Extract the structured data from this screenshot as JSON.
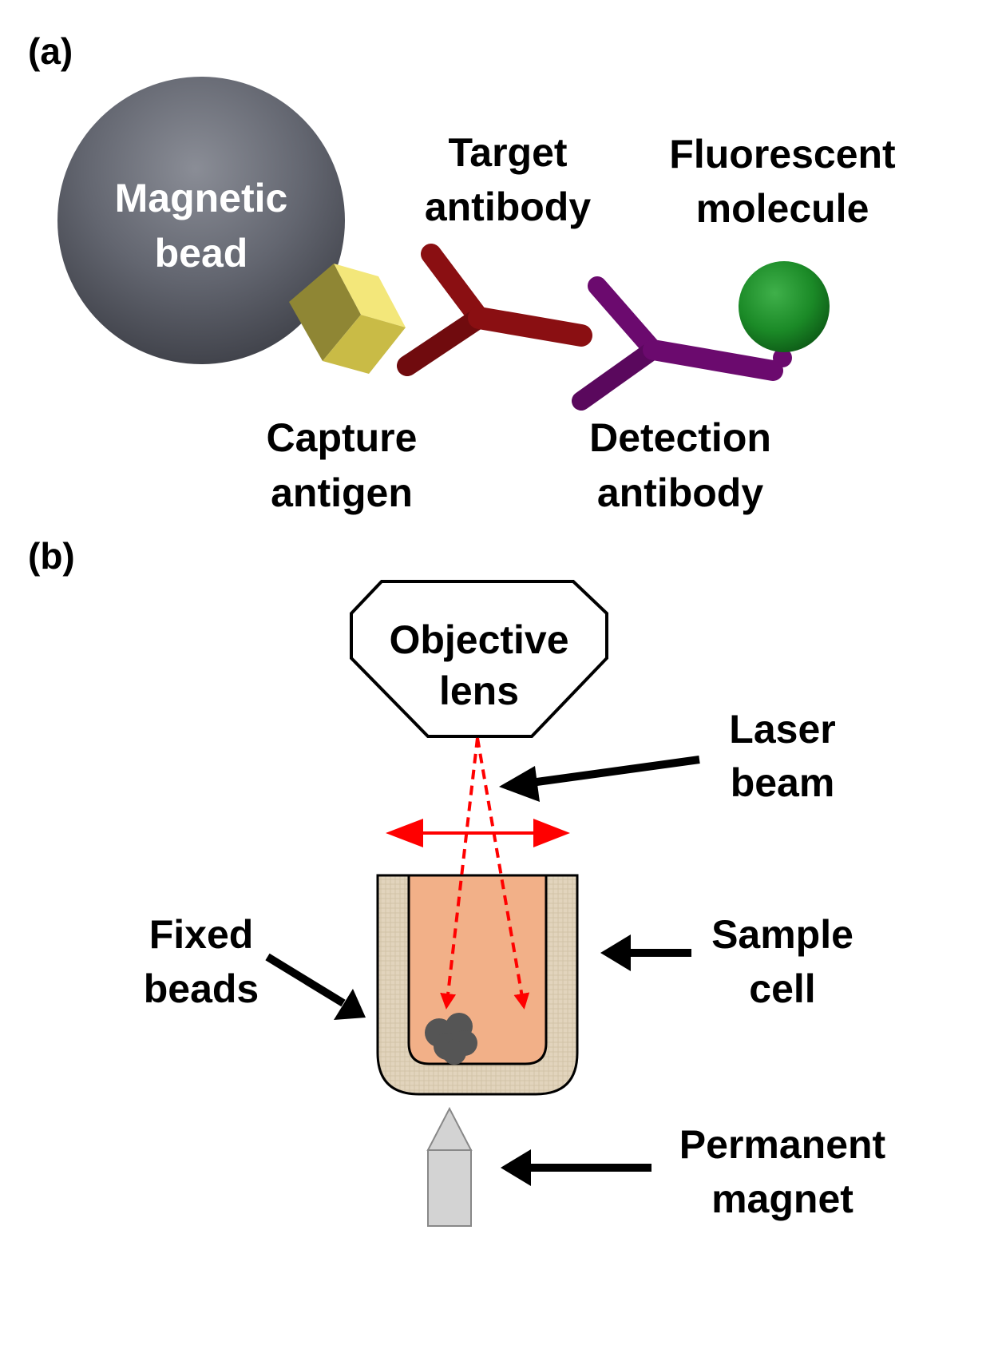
{
  "panel_a": {
    "tag": "(a)",
    "magnetic_bead": {
      "line1": "Magnetic",
      "line2": "bead"
    },
    "target_antibody": {
      "line1": "Target",
      "line2": "antibody"
    },
    "fluorescent_molecule": {
      "line1": "Fluorescent",
      "line2": "molecule"
    },
    "capture_antigen": {
      "line1": "Capture",
      "line2": "antigen"
    },
    "detection_antibody": {
      "line1": "Detection",
      "line2": "antibody"
    }
  },
  "panel_b": {
    "tag": "(b)",
    "objective_lens": {
      "line1": "Objective",
      "line2": "lens"
    },
    "laser_beam": {
      "line1": "Laser",
      "line2": "beam"
    },
    "fixed_beads": {
      "line1": "Fixed",
      "line2": "beads"
    },
    "sample_cell": {
      "line1": "Sample",
      "line2": "cell"
    },
    "permanent_magnet": {
      "line1": "Permanent",
      "line2": "magnet"
    }
  },
  "colors": {
    "bead": "#5f626b",
    "antigen": "#e8d85a",
    "target_antibody": "#8a0f12",
    "detection_antibody": "#6b0a6e",
    "fluorescent": "#1f8a2a",
    "laser": "#ff0000",
    "sample_liquid": "#f2b088",
    "cell_wall": "#e2d4bd",
    "magnet": "#d3d3d3"
  }
}
